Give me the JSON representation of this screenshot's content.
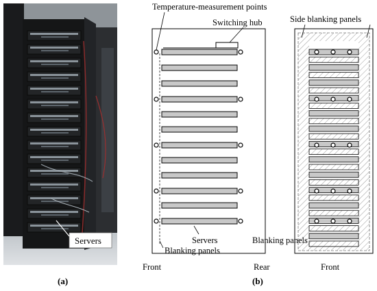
{
  "photo": {
    "servers_label": "Servers",
    "panel_label": "(a)"
  },
  "diagram": {
    "temp_points_label": "Temperature-measurement points",
    "switching_hub_label": "Switching hub",
    "servers_label": "Servers",
    "blanking_panels_label": "Blanking panels",
    "front_label": "Front",
    "rear_label": "Rear",
    "panel_label": "(b)"
  },
  "front_view": {
    "side_blanking_label": "Side blanking panels",
    "blanking_panels_label": "Blanking panels",
    "front_label": "Front"
  },
  "colors": {
    "server_fill": "#c8c8c8",
    "photo_dark": "#111111",
    "outline": "#000000"
  }
}
